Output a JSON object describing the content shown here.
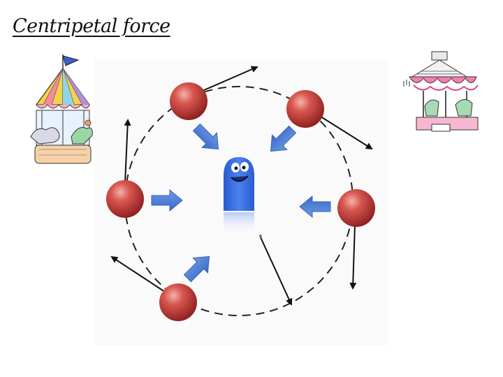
{
  "slide": {
    "title": "Centripetal force"
  },
  "diagram": {
    "colors": {
      "ball": "#c0393b",
      "ball_highlight": "#f4b3ac",
      "arrow_blue": "#4a7fd6",
      "orbit": "#222222",
      "velocity_arrow": "#111111",
      "character_blue": "#3a6fe0"
    },
    "balls": [
      {
        "name": "ball-top-left"
      },
      {
        "name": "ball-top-right"
      },
      {
        "name": "ball-left"
      },
      {
        "name": "ball-right"
      },
      {
        "name": "ball-bottom"
      }
    ],
    "icons": [
      "carousel-tent-icon",
      "carousel-canopy-icon",
      "blob-character-icon"
    ]
  }
}
